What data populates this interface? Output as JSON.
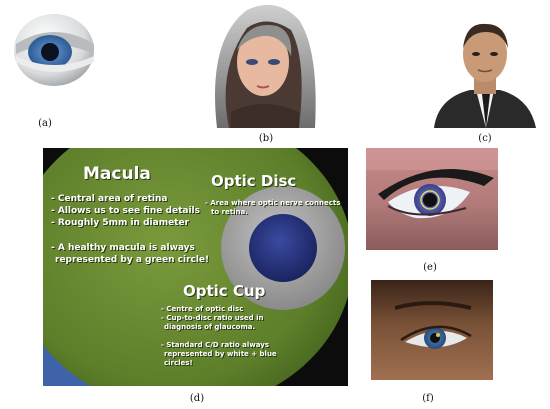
{
  "captions": {
    "a": "(a)",
    "b": "(b)",
    "c": "(c)",
    "d": "(d)",
    "e": "(e)",
    "f": "(f)"
  },
  "panel_d": {
    "macula_title": "Macula",
    "macula_points": [
      "- Central area of retina",
      "- Allows us to see fine details",
      "- Roughly 5mm in diameter"
    ],
    "macula_note": [
      "- A healthy macula is always",
      "represented by a green circle!"
    ],
    "optic_disc_title": "Optic Disc",
    "optic_disc_points": [
      "- Area where optic nerve connects",
      "to retina."
    ],
    "optic_cup_title": "Optic Cup",
    "optic_cup_points": [
      "- Centre of optic disc",
      "- Cup-to-disc ratio used in",
      "diagnosis of glaucoma.",
      "",
      "- Standard C/D ratio always",
      "represented by white + blue",
      "circles!"
    ]
  }
}
